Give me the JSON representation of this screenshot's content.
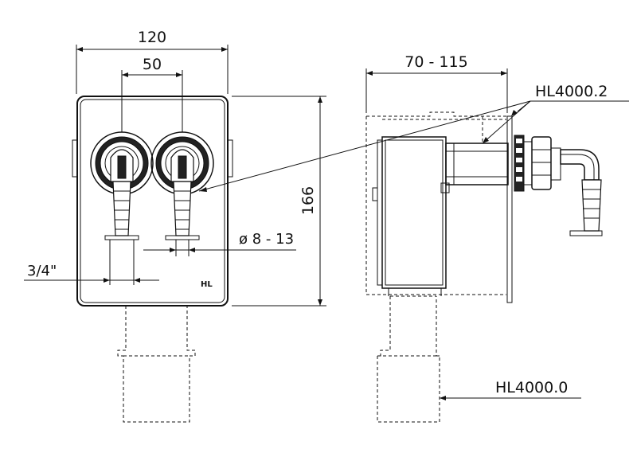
{
  "front_view": {
    "dim_width": "120",
    "dim_spacing": "50",
    "dim_height": "166",
    "dim_hose": "ø 8 - 13",
    "dim_thread": "3/4\"",
    "logo": "HL"
  },
  "side_view": {
    "dim_depth": "70 - 115",
    "part_top": "HL4000.2",
    "part_bottom": "HL4000.0"
  }
}
